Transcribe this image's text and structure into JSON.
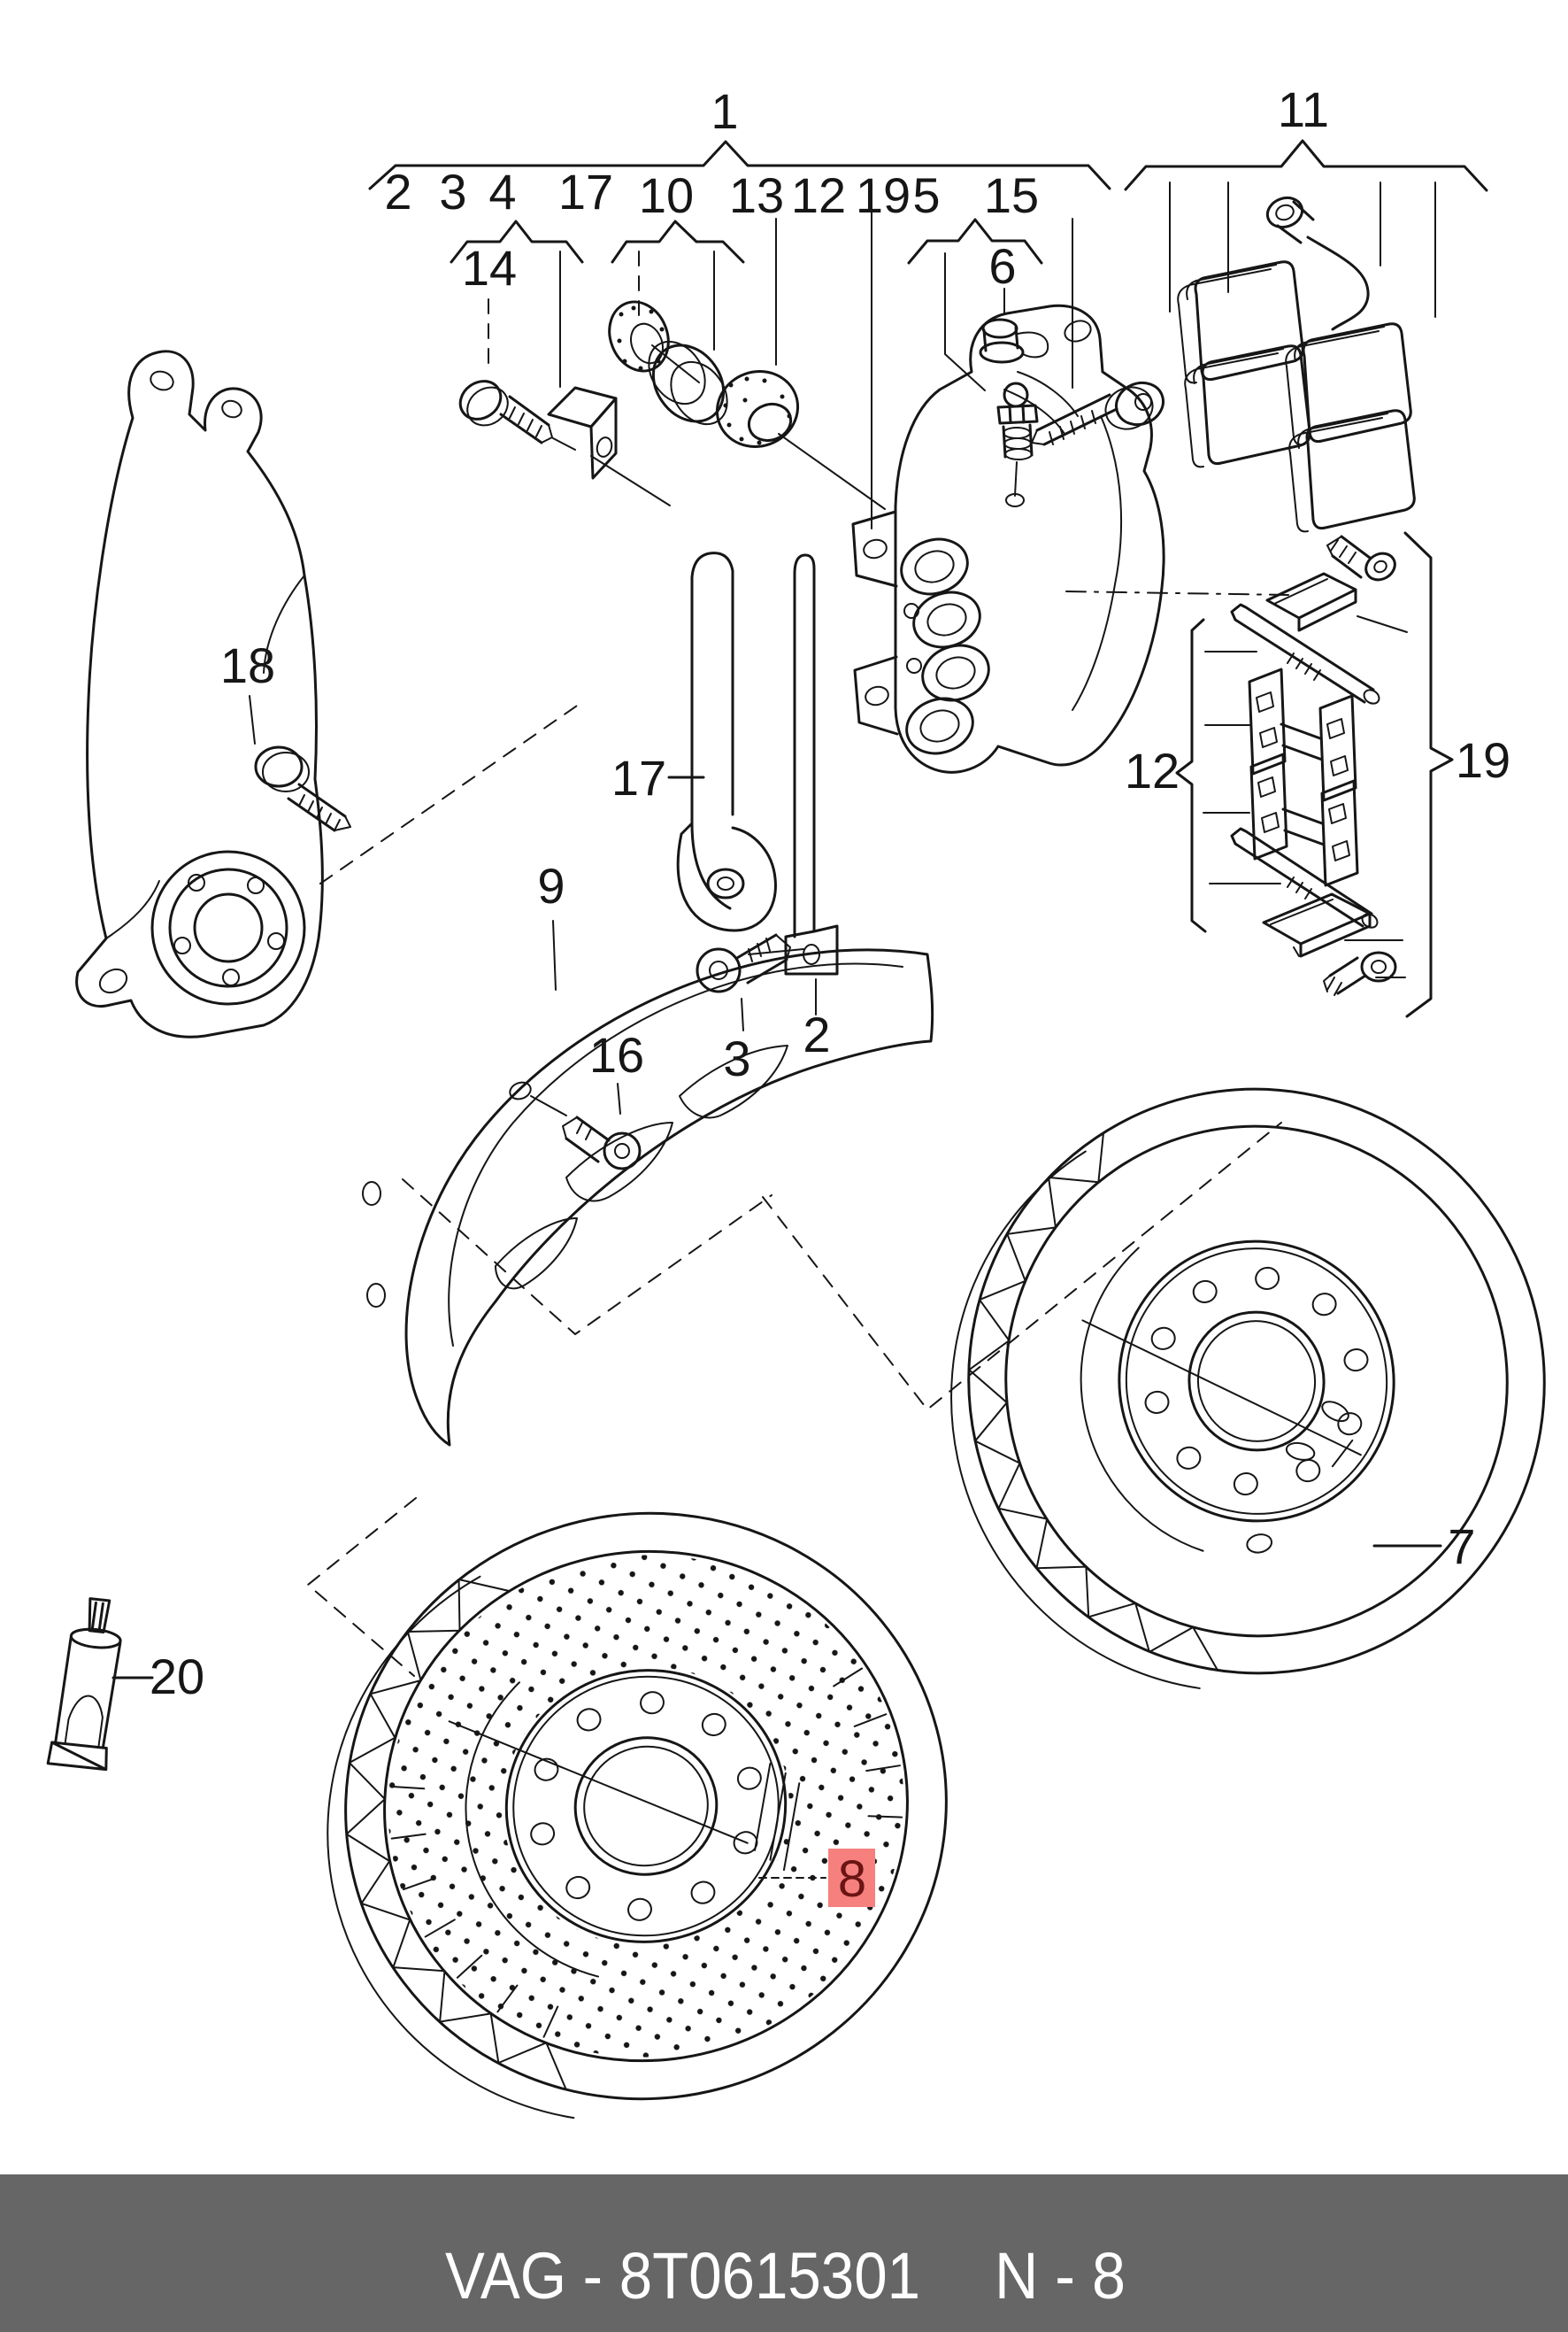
{
  "diagram": {
    "description": "Exploded parts diagram - front brake: knuckle, caliper, carrier, pads, discs",
    "callouts": {
      "group1": "1",
      "group11": "11",
      "row": [
        "2",
        "3",
        "4",
        "17",
        "10",
        "13",
        "12",
        "19",
        "5",
        "15"
      ],
      "n14": "14",
      "n6": "6",
      "n18": "18",
      "n17": "17",
      "n9": "9",
      "n16": "16",
      "n3": "3",
      "n2": "2",
      "n12": "12",
      "n19": "19",
      "n7": "7",
      "n8": "8",
      "n20": "20"
    },
    "highlight": {
      "label": "8",
      "bg": "#f5807d",
      "fg": "#6a1414"
    },
    "ink": "#161616",
    "background": "#ffffff"
  },
  "footer": {
    "code": "VAG - 8T0615301",
    "page": "N - 8",
    "bg": "#666667",
    "fg": "#ffffff"
  }
}
